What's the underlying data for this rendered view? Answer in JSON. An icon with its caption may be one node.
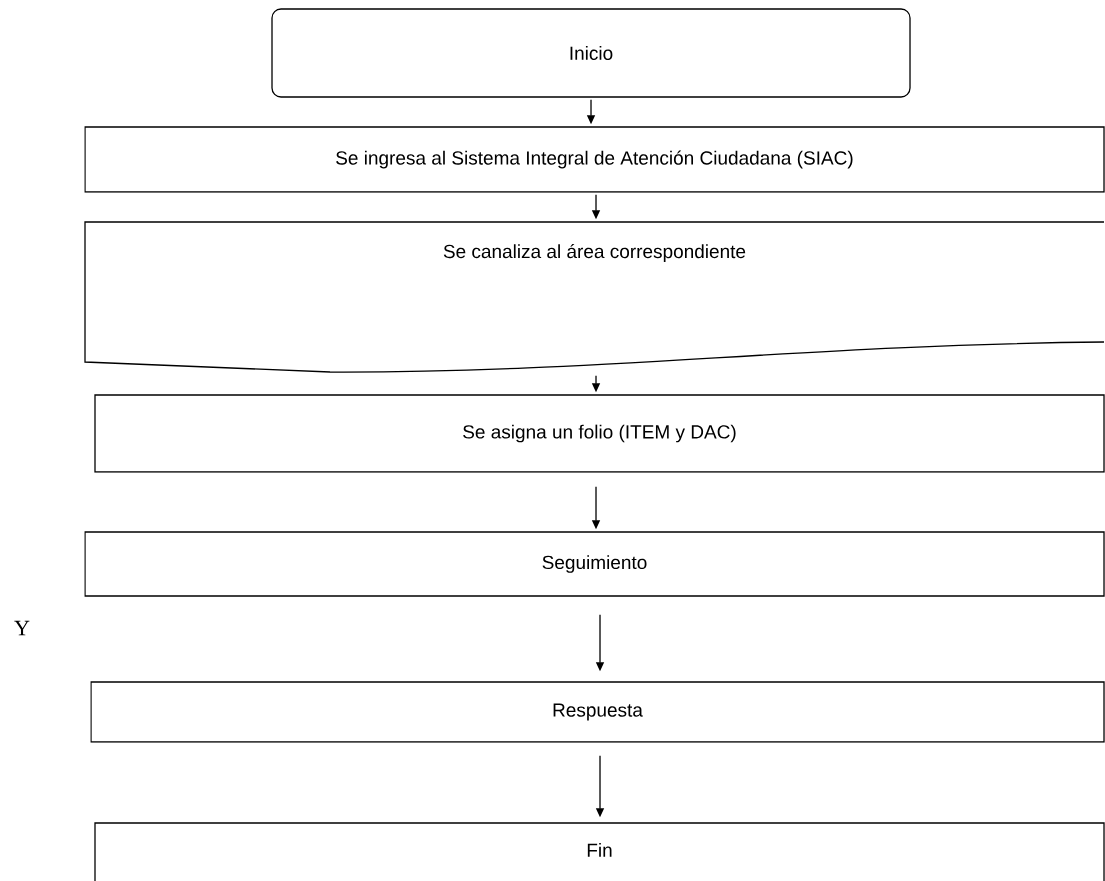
{
  "diagram": {
    "nodes": [
      {
        "text": [
          "Inicio"
        ]
      },
      {
        "text": [
          "Se ingresa al Sistema Integral de Atención Ciudadana (SIAC)"
        ]
      },
      {
        "text": [
          "Se canaliza al área correspondiente"
        ]
      },
      {
        "text": [
          "Se asigna un folio (ITEM y DAC)"
        ]
      },
      {
        "text": [
          "Seguimiento"
        ]
      },
      {
        "text": [
          "Respuesta"
        ]
      },
      {
        "text": [
          "Fin"
        ]
      }
    ],
    "edges": [
      {
        "from": 0,
        "to": 1,
        "arrow": "to"
      },
      {
        "from": 1,
        "to": 2,
        "arrow": "to"
      },
      {
        "from": 2,
        "to": 3,
        "arrow": "to"
      },
      {
        "from": 3,
        "to": 4,
        "arrow": "to"
      },
      {
        "from": 4,
        "to": 5,
        "arrow": "to"
      },
      {
        "from": 5,
        "to": 6,
        "arrow": "to"
      }
    ],
    "labels": [
      "Y"
    ]
  }
}
